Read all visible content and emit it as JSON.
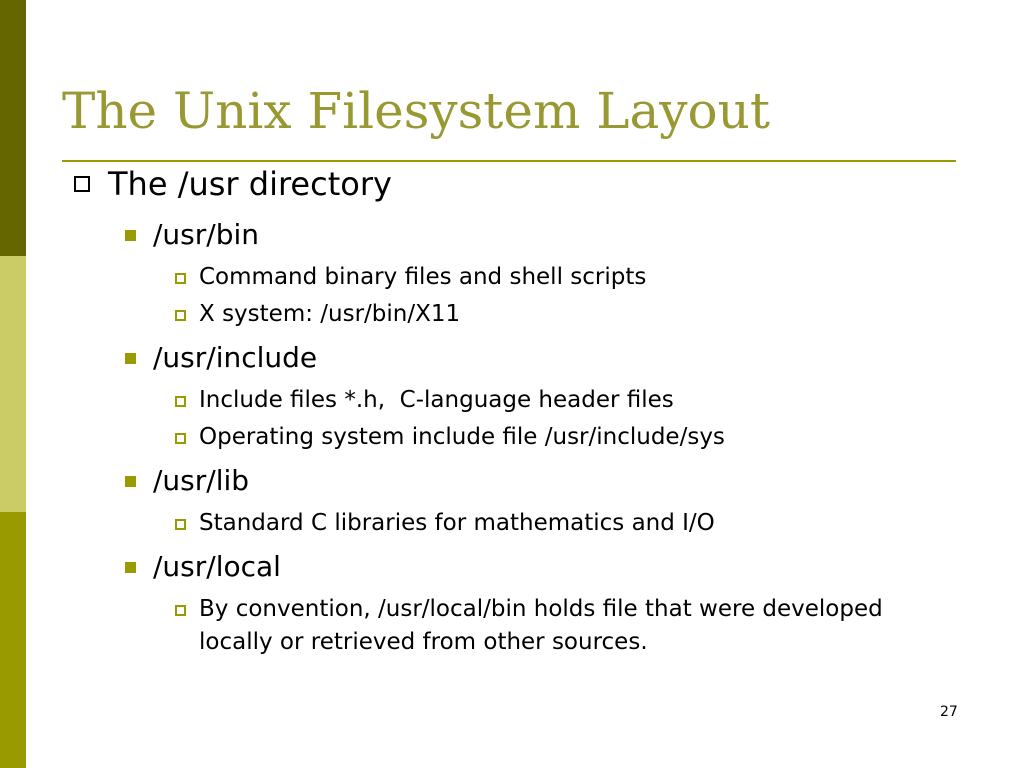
{
  "slide": {
    "title": "The Unix Filesystem Layout",
    "page_number": "27",
    "colors": {
      "title": "#999933",
      "accent": "#999900",
      "band_top": "#666600",
      "band_middle": "#cccc66",
      "band_bottom": "#999900"
    },
    "bullet_icons": {
      "level1": "hollow-square-icon",
      "level2": "filled-square-icon",
      "level3": "hollow-square-icon"
    },
    "heading": "The /usr directory",
    "sections": [
      {
        "label": "/usr/bin",
        "items": [
          "Command binary files and shell scripts",
          "X system: /usr/bin/X11"
        ]
      },
      {
        "label": "/usr/include",
        "items": [
          "Include files *.h,  C-language header files",
          "Operating system include file /usr/include/sys"
        ]
      },
      {
        "label": "/usr/lib",
        "items": [
          "Standard C libraries for mathematics and I/O"
        ]
      },
      {
        "label": "/usr/local",
        "items": [
          "By convention, /usr/local/bin holds file that were developed locally or retrieved from other sources."
        ]
      }
    ]
  }
}
